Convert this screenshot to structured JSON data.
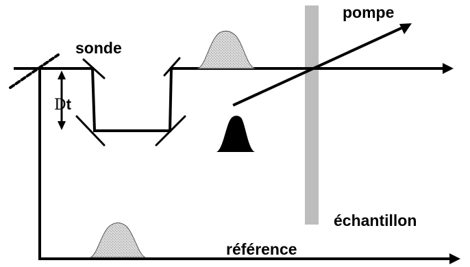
{
  "labels": {
    "pump": "pompe",
    "probe": "sonde",
    "delay_symbol": "D",
    "delay_sub": "t",
    "sample": "échantillon",
    "reference": "référence"
  },
  "colors": {
    "lines": "#000000",
    "sample_plate": "#bdbdbd",
    "pulse_gray": "#c8c8c8",
    "pulse_black": "#000000",
    "background": "#ffffff"
  },
  "icons": {
    "pulses": [
      "probe-pulse-icon",
      "pump-pulse-icon",
      "reference-pulse-icon"
    ]
  }
}
